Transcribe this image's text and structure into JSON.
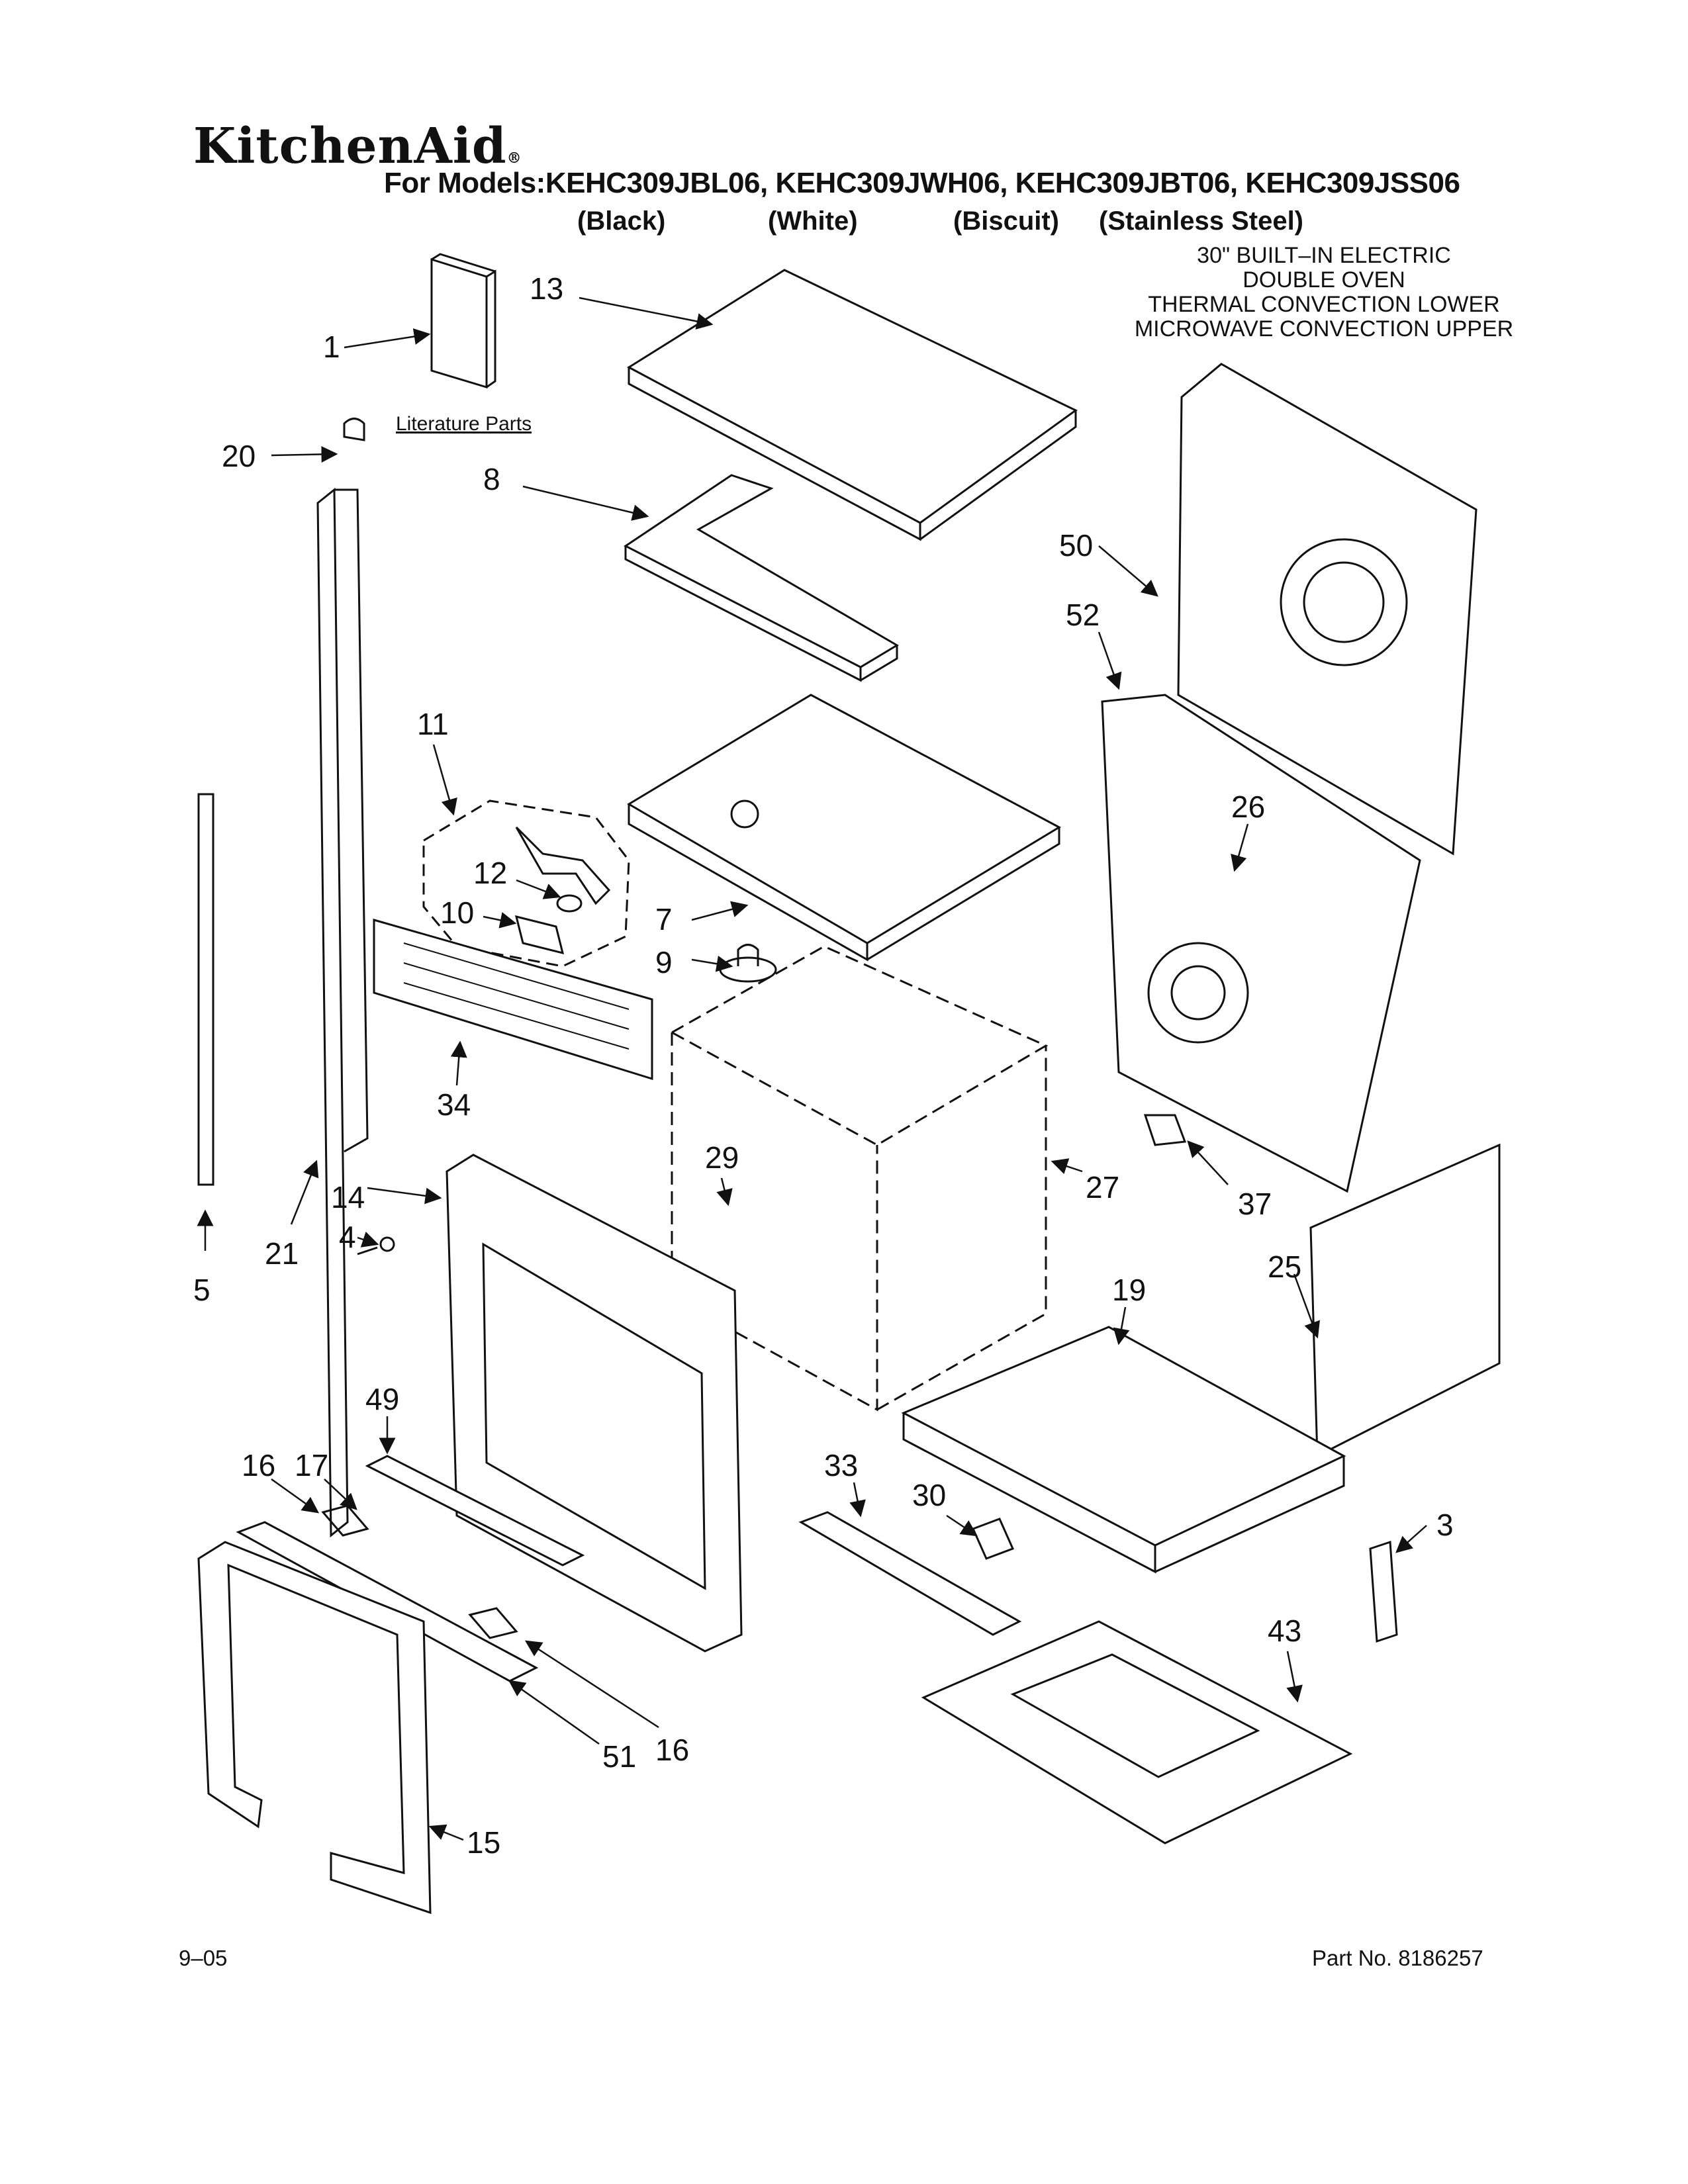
{
  "brand": "KitchenAid",
  "header": {
    "models_line": "For Models:KEHC309JBL06, KEHC309JWH06, KEHC309JBT06, KEHC309JSS06",
    "variants": [
      "(Black)",
      "(White)",
      "(Biscuit)",
      "(Stainless Steel)"
    ]
  },
  "description": [
    "30\" BUILT–IN ELECTRIC",
    "DOUBLE OVEN",
    "THERMAL CONVECTION LOWER",
    "MICROWAVE CONVECTION UPPER"
  ],
  "literature_label": "Literature Parts",
  "callouts": [
    "1",
    "20",
    "13",
    "8",
    "50",
    "52",
    "11",
    "26",
    "12",
    "10",
    "7",
    "9",
    "34",
    "29",
    "27",
    "37",
    "14",
    "4",
    "21",
    "5",
    "25",
    "19",
    "49",
    "16",
    "17",
    "33",
    "30",
    "3",
    "43",
    "51",
    "16",
    "15"
  ],
  "footer": {
    "date": "9–05",
    "part_no": "Part No. 8186257"
  }
}
